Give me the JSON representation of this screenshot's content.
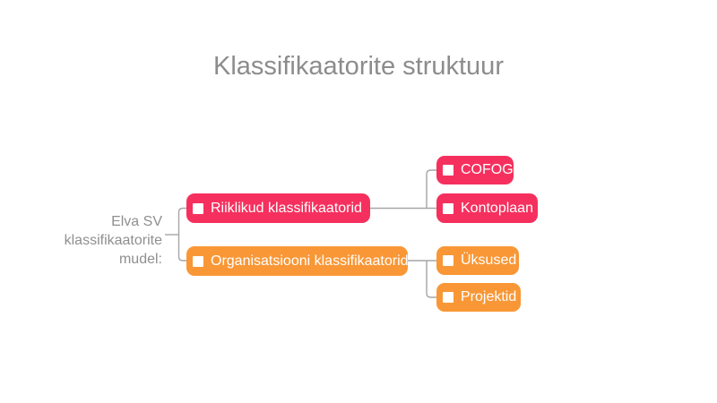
{
  "slide": {
    "title": "Klassifikaatorite struktuur"
  },
  "diagram": {
    "root": {
      "label_lines": [
        "Elva SV",
        "klassifikaatorite",
        "mudel:"
      ]
    },
    "branches": [
      {
        "label": "Riiklikud klassifikaatorid",
        "color": "#f6305e",
        "children": [
          {
            "label": "COFOG"
          },
          {
            "label": "Kontoplaan"
          }
        ]
      },
      {
        "label": "Organisatsiooni klassifikaatorid",
        "color": "#f99736",
        "children": [
          {
            "label": "Üksused"
          },
          {
            "label": "Projektid"
          }
        ]
      }
    ],
    "bullet_icon": "white-square"
  },
  "colors": {
    "slide-bg": "#ffffff",
    "branch-pink": "#f6305e",
    "branch-orange": "#f99736",
    "connector-gray": "#a6a6a6",
    "title-gray": "#8c8c8c",
    "label-gray": "#8f8f8f",
    "node-text": "#ffffff"
  }
}
